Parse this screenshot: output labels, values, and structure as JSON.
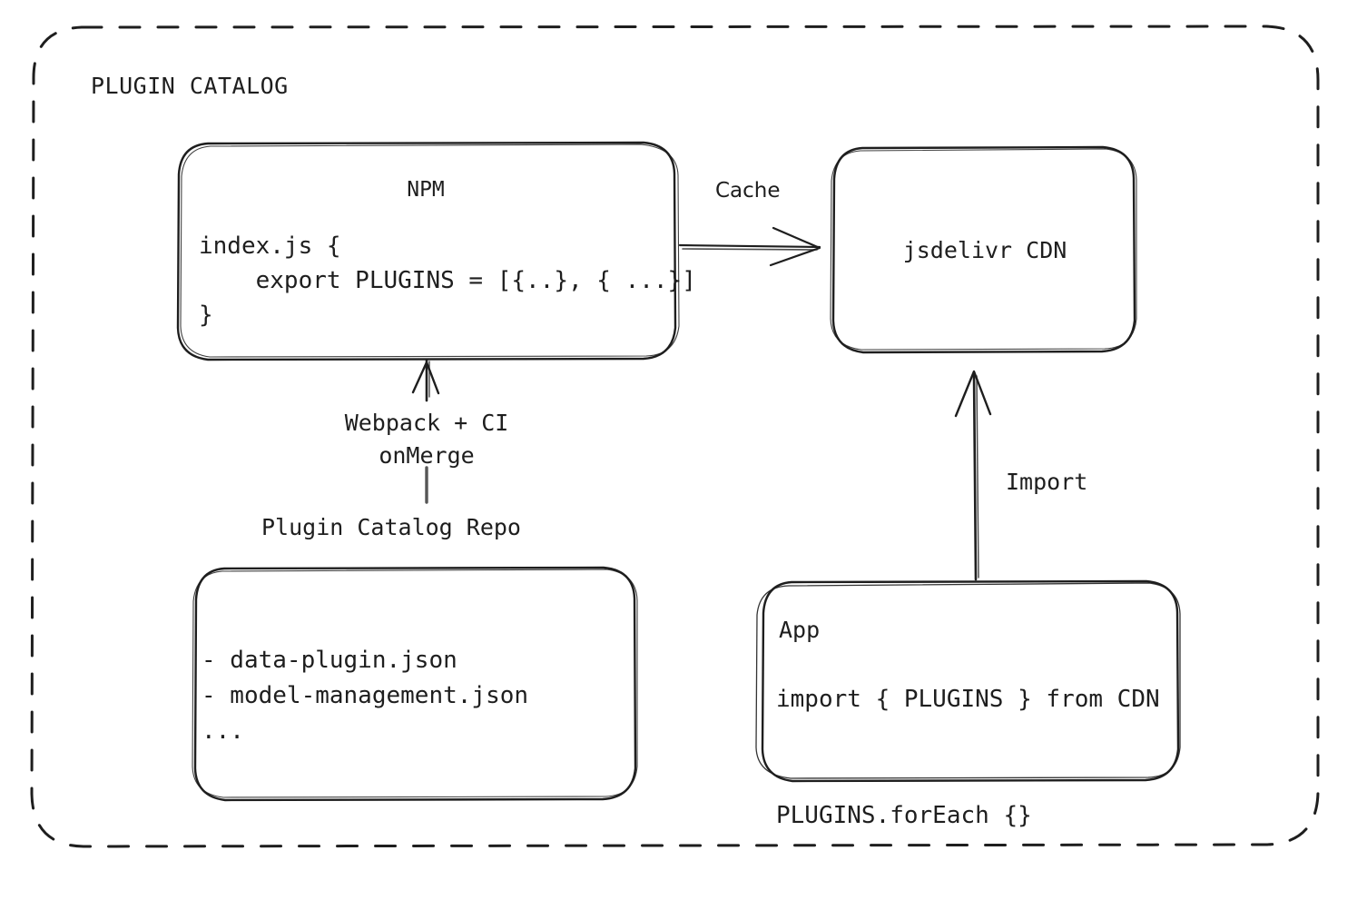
{
  "diagram": {
    "title": "PLUGIN CATALOG",
    "type": "architecture-flow",
    "background": "#ffffff",
    "stroke_color": "#1e1e1e",
    "style": "hand-drawn",
    "container": {
      "name": "plugin-catalog-boundary",
      "border": "dashed",
      "label": "PLUGIN CATALOG"
    },
    "nodes": [
      {
        "id": "npm",
        "title": "NPM",
        "code": "index.js {\n    export PLUGINS = [{..}, { ...}]\n}"
      },
      {
        "id": "cdn",
        "label": "jsdelivr CDN"
      },
      {
        "id": "repo",
        "caption": "Plugin Catalog Repo",
        "items": "- data-plugin.json\n- model-management.json\n..."
      },
      {
        "id": "app",
        "title": "App",
        "code": "import { PLUGINS } from CDN\n\nPLUGINS.forEach {}"
      }
    ],
    "edges": [
      {
        "id": "npm-to-cdn",
        "label": "Cache",
        "from": "npm",
        "to": "cdn",
        "direction": "right"
      },
      {
        "id": "repo-to-npm",
        "label": "Webpack + CI\nonMerge",
        "from": "repo",
        "to": "npm",
        "direction": "up"
      },
      {
        "id": "app-to-cdn",
        "label": "Import",
        "from": "app",
        "to": "cdn",
        "direction": "up"
      }
    ]
  },
  "labels": {
    "catalog_title": "PLUGIN CATALOG",
    "npm_title": "NPM",
    "npm_code": "index.js {\n    export PLUGINS = [{..}, { ...}]\n}",
    "cdn_label": "jsdelivr CDN",
    "cache_label": "Cache",
    "webpack_label": "Webpack + CI\nonMerge",
    "repo_caption": "Plugin Catalog Repo",
    "repo_list": "- data-plugin.json\n- model-management.json\n...",
    "app_title": "App",
    "app_code": "import { PLUGINS } from CDN\n\nPLUGINS.forEach {}",
    "import_label": "Import"
  }
}
